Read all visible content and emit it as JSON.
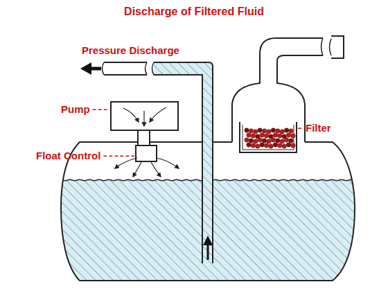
{
  "diagram": {
    "title": "Discharge of Filtered Fluid",
    "labels": [
      "Pressure Discharge",
      "Pump",
      "Float Control",
      "Filter"
    ]
  }
}
